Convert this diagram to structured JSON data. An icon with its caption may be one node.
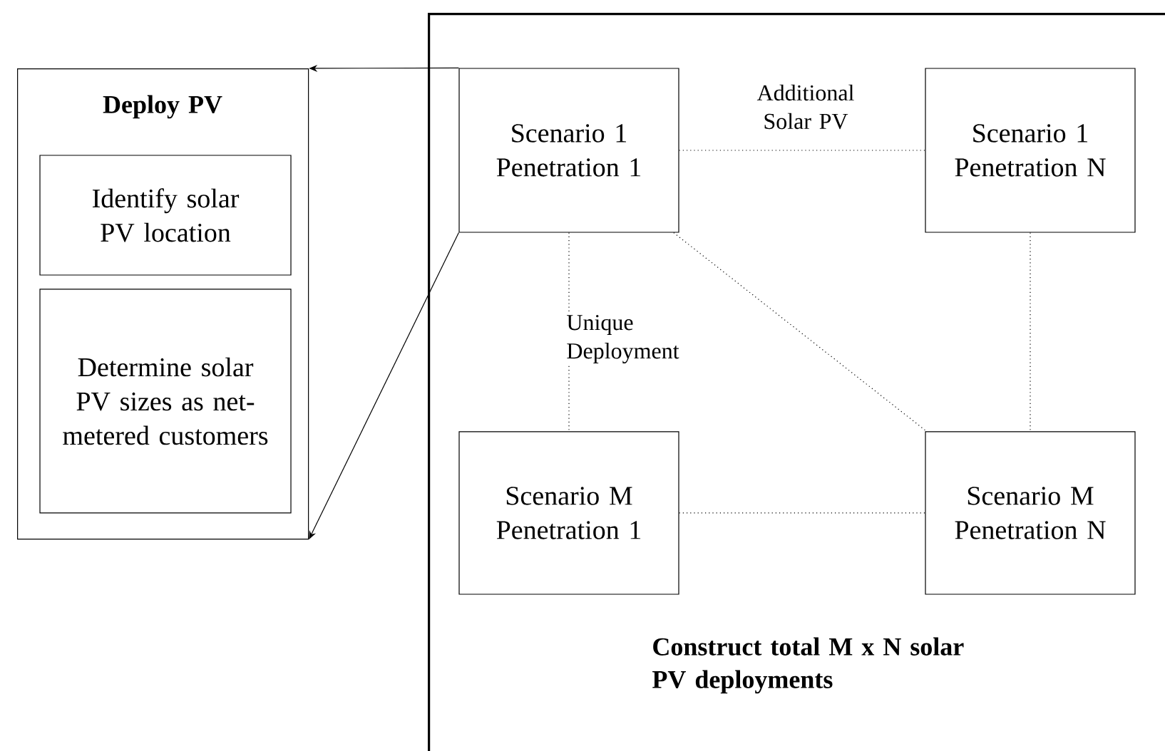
{
  "diagram": {
    "nodes": [
      {
        "text": [
          "Deploy PV"
        ]
      },
      {
        "text": [
          "Identify solar PV location"
        ],
        "in": 0
      },
      {
        "text": [
          "Determine solar PV sizes as net-metered customers"
        ],
        "in": 0
      },
      {
        "text": [
          "Construct total M x N solar PV deployments"
        ]
      },
      {
        "text": [
          "Scenario 1 Penetration 1"
        ],
        "in": 3
      },
      {
        "text": [
          "Scenario 1 Penetration N"
        ],
        "in": 3
      },
      {
        "text": [
          "Scenario M Penetration 1"
        ],
        "in": 3
      },
      {
        "text": [
          "Scenario M Penetration N"
        ],
        "in": 3
      }
    ],
    "edges": [
      {
        "from": 4,
        "to": 0,
        "arrow": "to"
      },
      {
        "from": 4,
        "to": 0,
        "arrow": "to"
      },
      {
        "from": 4,
        "to": 5,
        "arrow": "none",
        "style": "dashed",
        "label": "Additional Solar PV"
      },
      {
        "from": 4,
        "to": 6,
        "arrow": "none",
        "style": "dashed",
        "label": "Unique Deployment"
      },
      {
        "from": 4,
        "to": 7,
        "arrow": "none",
        "style": "dashed"
      },
      {
        "from": 5,
        "to": 7,
        "arrow": "none",
        "style": "dashed"
      },
      {
        "from": 6,
        "to": 7,
        "arrow": "none",
        "style": "dashed"
      }
    ]
  }
}
